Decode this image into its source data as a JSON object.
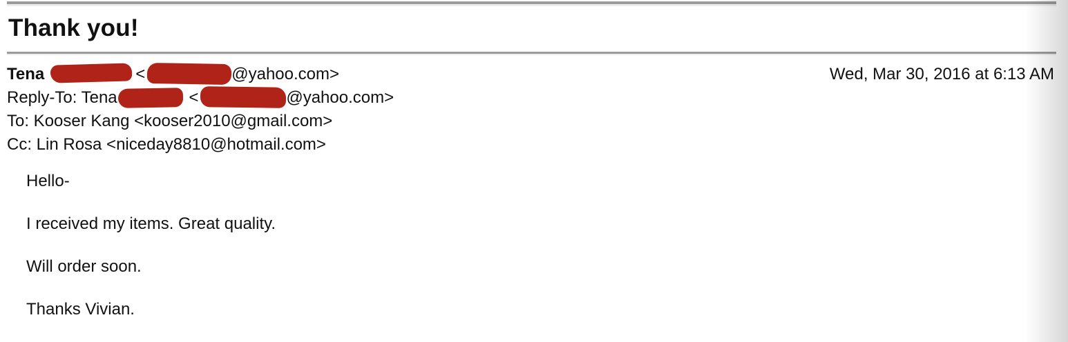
{
  "title": "Thank you!",
  "header": {
    "from_name": "Tena",
    "from_bracket": "<",
    "from_domain": "@yahoo.com>",
    "date": "Wed, Mar 30, 2016 at 6:13 AM",
    "reply_to_label": "Reply-To: Tena",
    "reply_bracket": "<",
    "reply_domain": "@yahoo.com>",
    "to": "To: Kooser Kang <kooser2010@gmail.com>",
    "cc": "Cc: Lin Rosa <niceday8810@hotmail.com>"
  },
  "body": {
    "paragraphs": [
      "Hello-",
      "I received my items. Great quality.",
      "Will order soon.",
      "Thanks Vivian."
    ]
  },
  "colors": {
    "redaction": "#b02318",
    "rule": "#9b9b9b",
    "text": "#111111",
    "background": "#ffffff"
  }
}
